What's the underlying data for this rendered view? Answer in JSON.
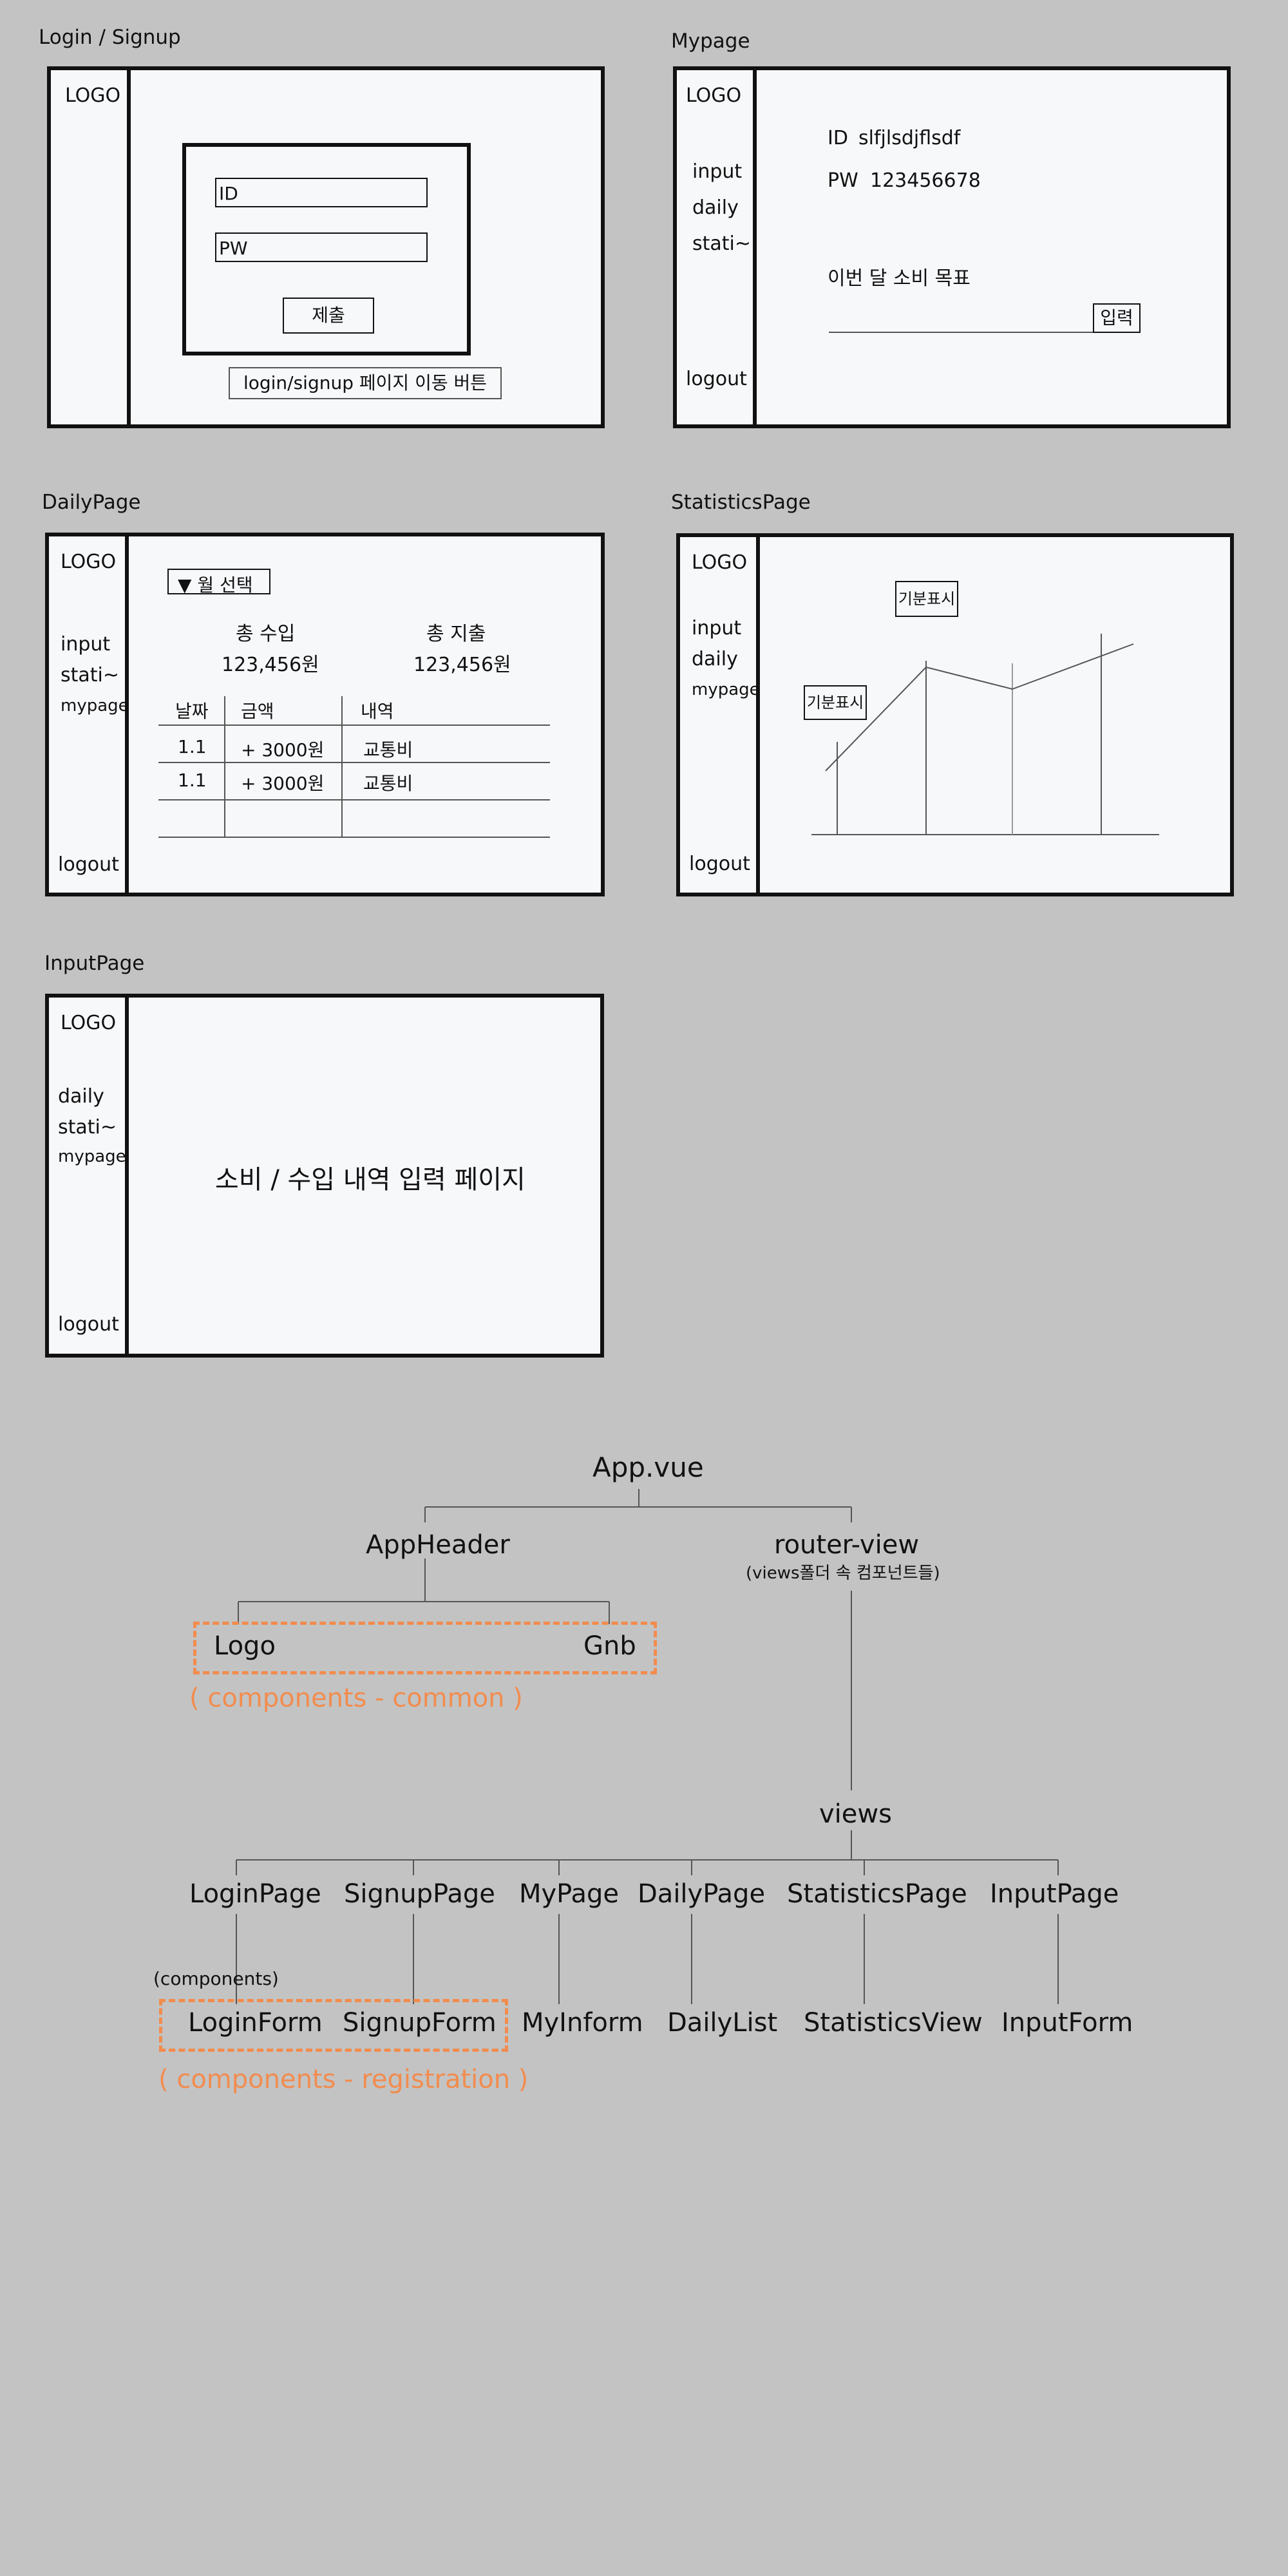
{
  "wireframes": {
    "login": {
      "title": "Login / Signup",
      "logo": "LOGO",
      "id_field": "ID",
      "pw_field": "PW",
      "submit_button": "제출",
      "nav_button": "login/signup 페이지 이동 버튼"
    },
    "mypage": {
      "title": "Mypage",
      "logo": "LOGO",
      "nav": [
        "input",
        "daily",
        "stati~"
      ],
      "logout": "logout",
      "id_label": "ID",
      "id_value": "slfjlsdjflsdf",
      "pw_label": "PW",
      "pw_value": "123456678",
      "goal_label": "이번 달 소비 목표",
      "input_button": "입력"
    },
    "daily": {
      "title": "DailyPage",
      "logo": "LOGO",
      "nav": [
        "input",
        "stati~",
        "mypage"
      ],
      "logout": "logout",
      "month_select": "▼ 월 선택",
      "income_label": "총 수입",
      "income_value": "123,456원",
      "expense_label": "총 지출",
      "expense_value": "123,456원",
      "table": {
        "headers": [
          "날짜",
          "금액",
          "내역"
        ],
        "rows": [
          [
            "1.1",
            "+ 3000원",
            "교통비"
          ],
          [
            "1.1",
            "+ 3000원",
            "교통비"
          ]
        ]
      }
    },
    "statistics": {
      "title": "StatisticsPage",
      "logo": "LOGO",
      "nav": [
        "input",
        "daily",
        "mypage"
      ],
      "logout": "logout",
      "tooltip_1": "기분표시",
      "tooltip_2": "기분표시"
    },
    "input": {
      "title": "InputPage",
      "logo": "LOGO",
      "nav": [
        "daily",
        "stati~",
        "mypage"
      ],
      "logout": "logout",
      "center_text": "소비 / 수입 내역 입력 페이지"
    }
  },
  "tree": {
    "root": "App.vue",
    "header": "AppHeader",
    "router": "router-view",
    "router_note": "(views폴더 속 컴포넌트들)",
    "logo": "Logo",
    "gnb": "Gnb",
    "common_label": "( components - common )",
    "views": "views",
    "pages": [
      "LoginPage",
      "SignupPage",
      "MyPage",
      "DailyPage",
      "StatisticsPage",
      "InputPage"
    ],
    "components_note": "(components)",
    "children": [
      "LoginForm",
      "SignupForm",
      "MyInform",
      "DailyList",
      "StatisticsView",
      "InputForm"
    ],
    "registration_label": "( components - registration )"
  }
}
